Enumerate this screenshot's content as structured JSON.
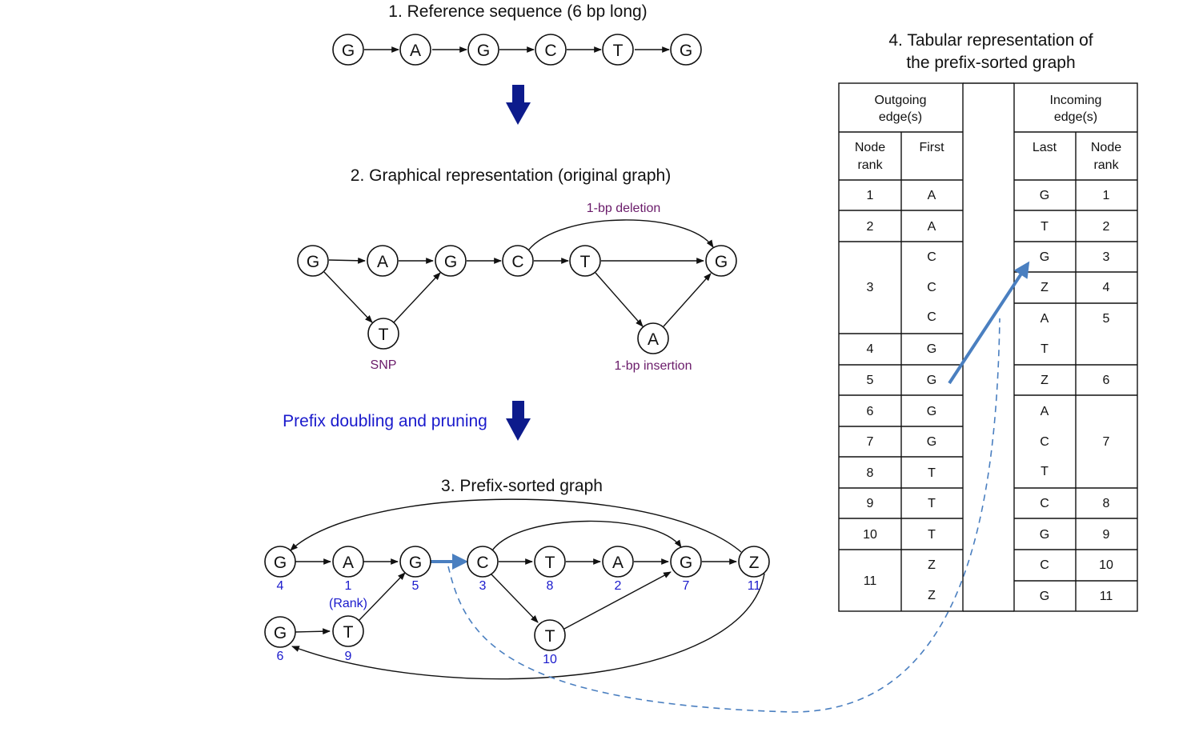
{
  "titles": {
    "step1": "1. Reference sequence (6 bp long)",
    "step2": "2. Graphical representation (original graph)",
    "step3": "3. Prefix-sorted graph",
    "step4_line1": "4. Tabular representation of",
    "step4_line2": "the prefix-sorted graph",
    "prefix_doubling": "Prefix doubling and pruning"
  },
  "sequence": [
    "G",
    "A",
    "G",
    "C",
    "T",
    "G"
  ],
  "original_graph": {
    "nodes": [
      "G",
      "A",
      "G",
      "C",
      "T",
      "G",
      "T",
      "A"
    ],
    "labels": {
      "snp": "SNP",
      "deletion": "1-bp deletion",
      "insertion": "1-bp insertion"
    }
  },
  "sorted_graph": {
    "nodes": [
      {
        "letter": "G",
        "rank": "4"
      },
      {
        "letter": "A",
        "rank": "1"
      },
      {
        "letter": "G",
        "rank": "5"
      },
      {
        "letter": "C",
        "rank": "3"
      },
      {
        "letter": "T",
        "rank": "8"
      },
      {
        "letter": "A",
        "rank": "2"
      },
      {
        "letter": "G",
        "rank": "7"
      },
      {
        "letter": "Z",
        "rank": "11"
      },
      {
        "letter": "G",
        "rank": "6"
      },
      {
        "letter": "T",
        "rank": "9"
      },
      {
        "letter": "T",
        "rank": "10"
      }
    ],
    "rank_note": "(Rank)"
  },
  "table": {
    "outgoing_header": [
      "Outgoing",
      "edge(s)"
    ],
    "incoming_header": [
      "Incoming",
      "edge(s)"
    ],
    "col_node_rank": [
      "Node",
      "rank"
    ],
    "col_first": "First",
    "col_last": "Last",
    "outgoing_groups": [
      {
        "rank": "1",
        "first": [
          "A"
        ]
      },
      {
        "rank": "2",
        "first": [
          "A"
        ]
      },
      {
        "rank": "3",
        "first": [
          "C",
          "C",
          "C"
        ]
      },
      {
        "rank": "4",
        "first": [
          "G"
        ]
      },
      {
        "rank": "5",
        "first": [
          "G"
        ]
      },
      {
        "rank": "6",
        "first": [
          "G"
        ]
      },
      {
        "rank": "7",
        "first": [
          "G"
        ]
      },
      {
        "rank": "8",
        "first": [
          "T"
        ]
      },
      {
        "rank": "9",
        "first": [
          "T"
        ]
      },
      {
        "rank": "10",
        "first": [
          "T"
        ]
      },
      {
        "rank": "11",
        "first": [
          "Z",
          "Z"
        ]
      }
    ],
    "incoming_groups": [
      {
        "rank": "1",
        "last": [
          "G"
        ]
      },
      {
        "rank": "2",
        "last": [
          "T"
        ]
      },
      {
        "rank": "3",
        "last": [
          "G"
        ]
      },
      {
        "rank": "4",
        "last": [
          "Z"
        ]
      },
      {
        "rank": "5",
        "last": [
          "A",
          "T"
        ]
      },
      {
        "rank": "6",
        "last": [
          "Z"
        ]
      },
      {
        "rank": "7",
        "last": [
          "A",
          "C",
          "T"
        ]
      },
      {
        "rank": "8",
        "last": [
          "C"
        ]
      },
      {
        "rank": "9",
        "last": [
          "G"
        ]
      },
      {
        "rank": "10",
        "last": [
          "C"
        ]
      },
      {
        "rank": "11",
        "last": [
          "G"
        ]
      }
    ]
  },
  "colors": {
    "arrow_navy": "#0d1b8c",
    "highlight_blue": "#4a7fc0",
    "rank_blue": "#1a1acc",
    "annotation_purple": "#6a1b6a"
  }
}
